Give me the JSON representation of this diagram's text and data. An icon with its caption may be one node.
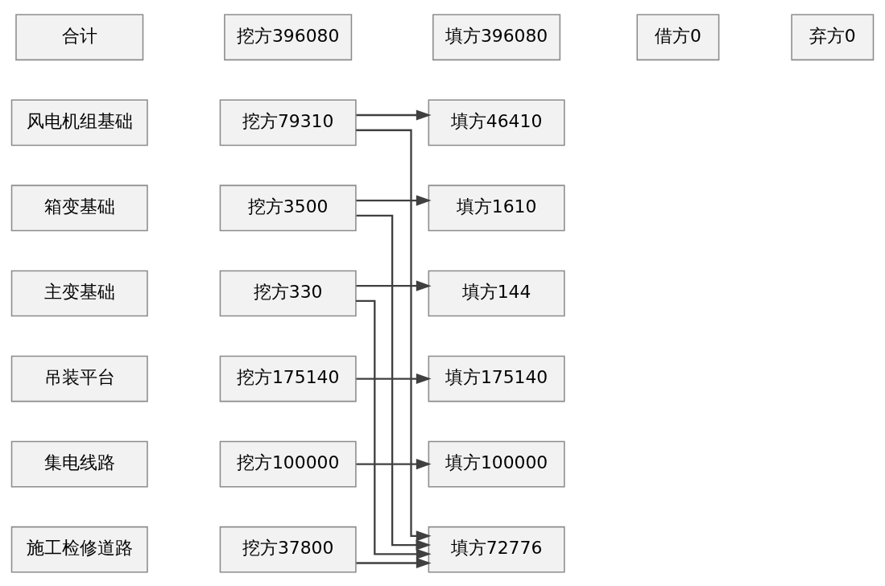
{
  "diagram": {
    "nodes": [
      {
        "text": [
          "合计"
        ]
      },
      {
        "text": [
          "挖方396080"
        ]
      },
      {
        "text": [
          "填方396080"
        ]
      },
      {
        "text": [
          "借方0"
        ]
      },
      {
        "text": [
          "弃方0"
        ]
      },
      {
        "text": [
          "风电机组基础"
        ]
      },
      {
        "text": [
          "挖方79310"
        ]
      },
      {
        "text": [
          "填方46410"
        ]
      },
      {
        "text": [
          "箱变基础"
        ]
      },
      {
        "text": [
          "挖方3500"
        ]
      },
      {
        "text": [
          "填方1610"
        ]
      },
      {
        "text": [
          "主变基础"
        ]
      },
      {
        "text": [
          "挖方330"
        ]
      },
      {
        "text": [
          "填方144"
        ]
      },
      {
        "text": [
          "吊装平台"
        ]
      },
      {
        "text": [
          "挖方175140"
        ]
      },
      {
        "text": [
          "填方175140"
        ]
      },
      {
        "text": [
          "集电线路"
        ]
      },
      {
        "text": [
          "挖方100000"
        ]
      },
      {
        "text": [
          "填方100000"
        ]
      },
      {
        "text": [
          "施工检修道路"
        ]
      },
      {
        "text": [
          "挖方37800"
        ]
      },
      {
        "text": [
          "填方72776"
        ]
      }
    ],
    "edges": [
      {
        "from": 6,
        "to": 7,
        "arrow": "to"
      },
      {
        "from": 9,
        "to": 10,
        "arrow": "to"
      },
      {
        "from": 12,
        "to": 13,
        "arrow": "to"
      },
      {
        "from": 15,
        "to": 16,
        "arrow": "to"
      },
      {
        "from": 18,
        "to": 19,
        "arrow": "to"
      },
      {
        "from": 21,
        "to": 22,
        "arrow": "to"
      },
      {
        "from": 6,
        "to": 22,
        "arrow": "to"
      },
      {
        "from": 9,
        "to": 22,
        "arrow": "to"
      },
      {
        "from": 12,
        "to": 22,
        "arrow": "to"
      }
    ]
  }
}
